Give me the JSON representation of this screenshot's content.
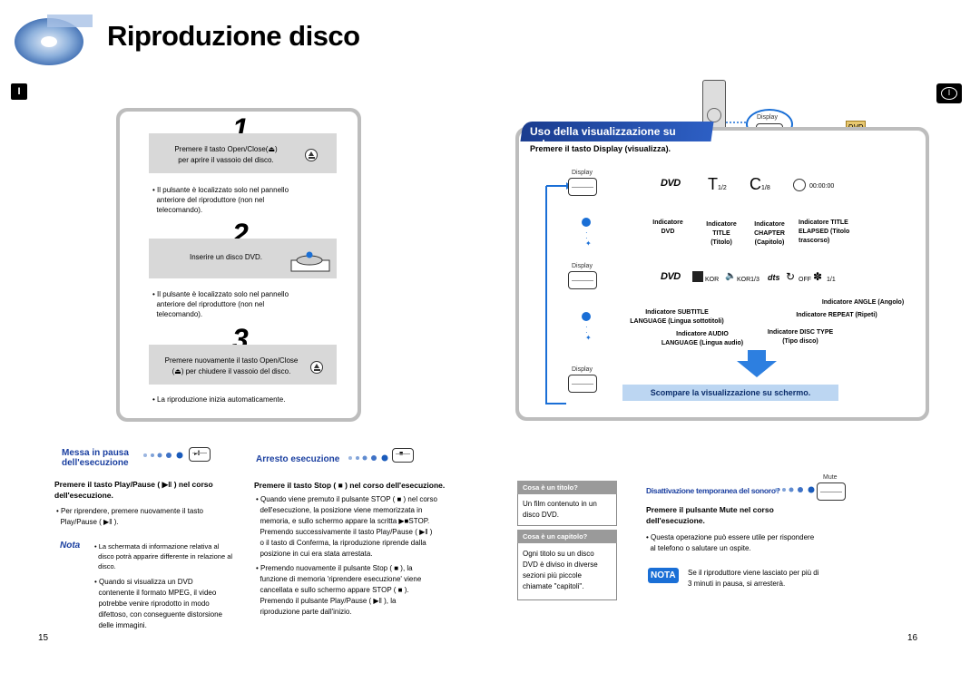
{
  "header": {
    "title": "Riproduzione disco",
    "tab_left": "I",
    "tab_right": "I"
  },
  "steps": [
    {
      "num": "1",
      "box_line1": "Premere il tasto Open/Close(⏏)",
      "box_line2": "per aprire il vassoio del disco.",
      "bullet": [
        "Il pulsante è localizzato solo nel pannello",
        "anteriore del riproduttore (non nel",
        "telecomando)."
      ]
    },
    {
      "num": "2",
      "box_line1": "Inserire un disco DVD.",
      "bullet": [
        "Il pulsante è localizzato solo nel pannello",
        "anteriore del riproduttore (non nel",
        "telecomando)."
      ]
    },
    {
      "num": "3",
      "box_line1": "Premere nuovamente il tasto Open/Close",
      "box_line2": "(⏏) per chiudere il vassoio del disco.",
      "bullet": [
        "La riproduzione inizia automaticamente."
      ]
    }
  ],
  "display_panel": {
    "heading": "Uso della visualizzazione su schermo",
    "instruction": "Premere il tasto Display (visualizza).",
    "display_label": "Display",
    "dvd_badge": "DVD",
    "row1": {
      "t": "T",
      "t_val": "1/2",
      "c": "C",
      "c_val": "1/8",
      "time": "00:00:00"
    },
    "row1_labels": {
      "dvd": [
        "Indicatore",
        "DVD"
      ],
      "title": [
        "Indicatore",
        "TITLE",
        "(Titolo)"
      ],
      "chapter": [
        "Indicatore",
        "CHAPTER",
        "(Capitolo)"
      ],
      "elapsed": [
        "Indicatore TITLE",
        "ELAPSED (Titolo",
        "trascorso)"
      ]
    },
    "row2": {
      "sub": "KOR",
      "audio": "KOR1/3",
      "repeat": "OFF",
      "angle": "1/1"
    },
    "row2_labels": {
      "angle": "Indicatore ANGLE (Angolo)",
      "subtitle": [
        "Indicatore SUBTITLE",
        "LANGUAGE  (Lingua sottotitoli)"
      ],
      "repeat": "Indicatore REPEAT (Ripeti)",
      "audio": [
        "Indicatore AUDIO",
        "LANGUAGE (Lingua audio)"
      ],
      "disctype": [
        "Indicatore DISC TYPE",
        "(Tipo disco)"
      ]
    },
    "scompare": "Scompare la visualizzazione su schermo."
  },
  "pausa": {
    "heading": [
      "Messa in pausa",
      "dell'esecuzione"
    ],
    "bold": [
      "Premere il tasto Play/Pause ( ▶‖ )  nel corso",
      "dell'esecuzione."
    ],
    "bullet": [
      "Per riprendere, premere nuovamente il tasto",
      "Play/Pause ( ▶‖ )."
    ],
    "nota_label": "Nota",
    "nota_text": [
      "La schermata di informazione relativa al",
      "disco potrà apparire differente in relazione al",
      "disco."
    ],
    "bullet2": [
      "Quando si visualizza un DVD",
      "contenente il formato MPEG, il video",
      "potrebbe venire riprodotto in modo",
      "difettoso, con conseguente distorsione",
      "delle immagini."
    ]
  },
  "arresto": {
    "heading": "Arresto esecuzione",
    "bold": "Premere il tasto Stop ( ■  ) nel corso dell'esecuzione.",
    "b1": [
      "Quando viene premuto il pulsante STOP ( ■ ) nel corso",
      "dell'esecuzione, la posizione viene memorizzata in",
      "memoria, e sullo schermo appare la scritta ▶■STOP.",
      "Premendo successivamente il tasto Play/Pause ( ▶‖ )",
      "o il tasto di Conferma, la riproduzione riprende dalla",
      "posizione in cui era stata arrestata."
    ],
    "b2": [
      "Premendo nuovamente il pulsante Stop ( ■ ), la",
      "funzione di memoria 'riprendere esecuzione'  viene",
      "cancellata e sullo schermo appare STOP ( ■ ).",
      "Premendo il pulsante Play/Pause ( ▶‖ ), la",
      "riproduzione parte dall'inizio."
    ]
  },
  "qa": [
    {
      "q": "Cosa è un titolo?",
      "a": [
        "Un film contenuto in un",
        "disco DVD."
      ]
    },
    {
      "q": "Cosa è un capitolo?",
      "a": [
        "Ogni titolo su un disco",
        "DVD è diviso in diverse",
        "sezioni più piccole",
        "chiamate \"capitoli\"."
      ]
    }
  ],
  "mute": {
    "heading": "Disattivazione temporanea del sonoro?",
    "label": "Mute",
    "bold": [
      "Premere il pulsante Mute nel corso",
      "dell'esecuzione."
    ],
    "bullet": [
      "Questa operazione può essere utile per rispondere",
      "al telefono o salutare un ospite."
    ],
    "nota_label": "NOTA",
    "nota_text": [
      "Se il riproduttore viene lasciato per più di",
      "3 minuti in pausa, si arresterà."
    ]
  },
  "pages": {
    "left": "15",
    "right": "16"
  },
  "colors": {
    "accent": "#1a3fa0",
    "panel": "#bdbdbd",
    "box": "#d8d8d8",
    "blue": "#1a6fd6"
  }
}
